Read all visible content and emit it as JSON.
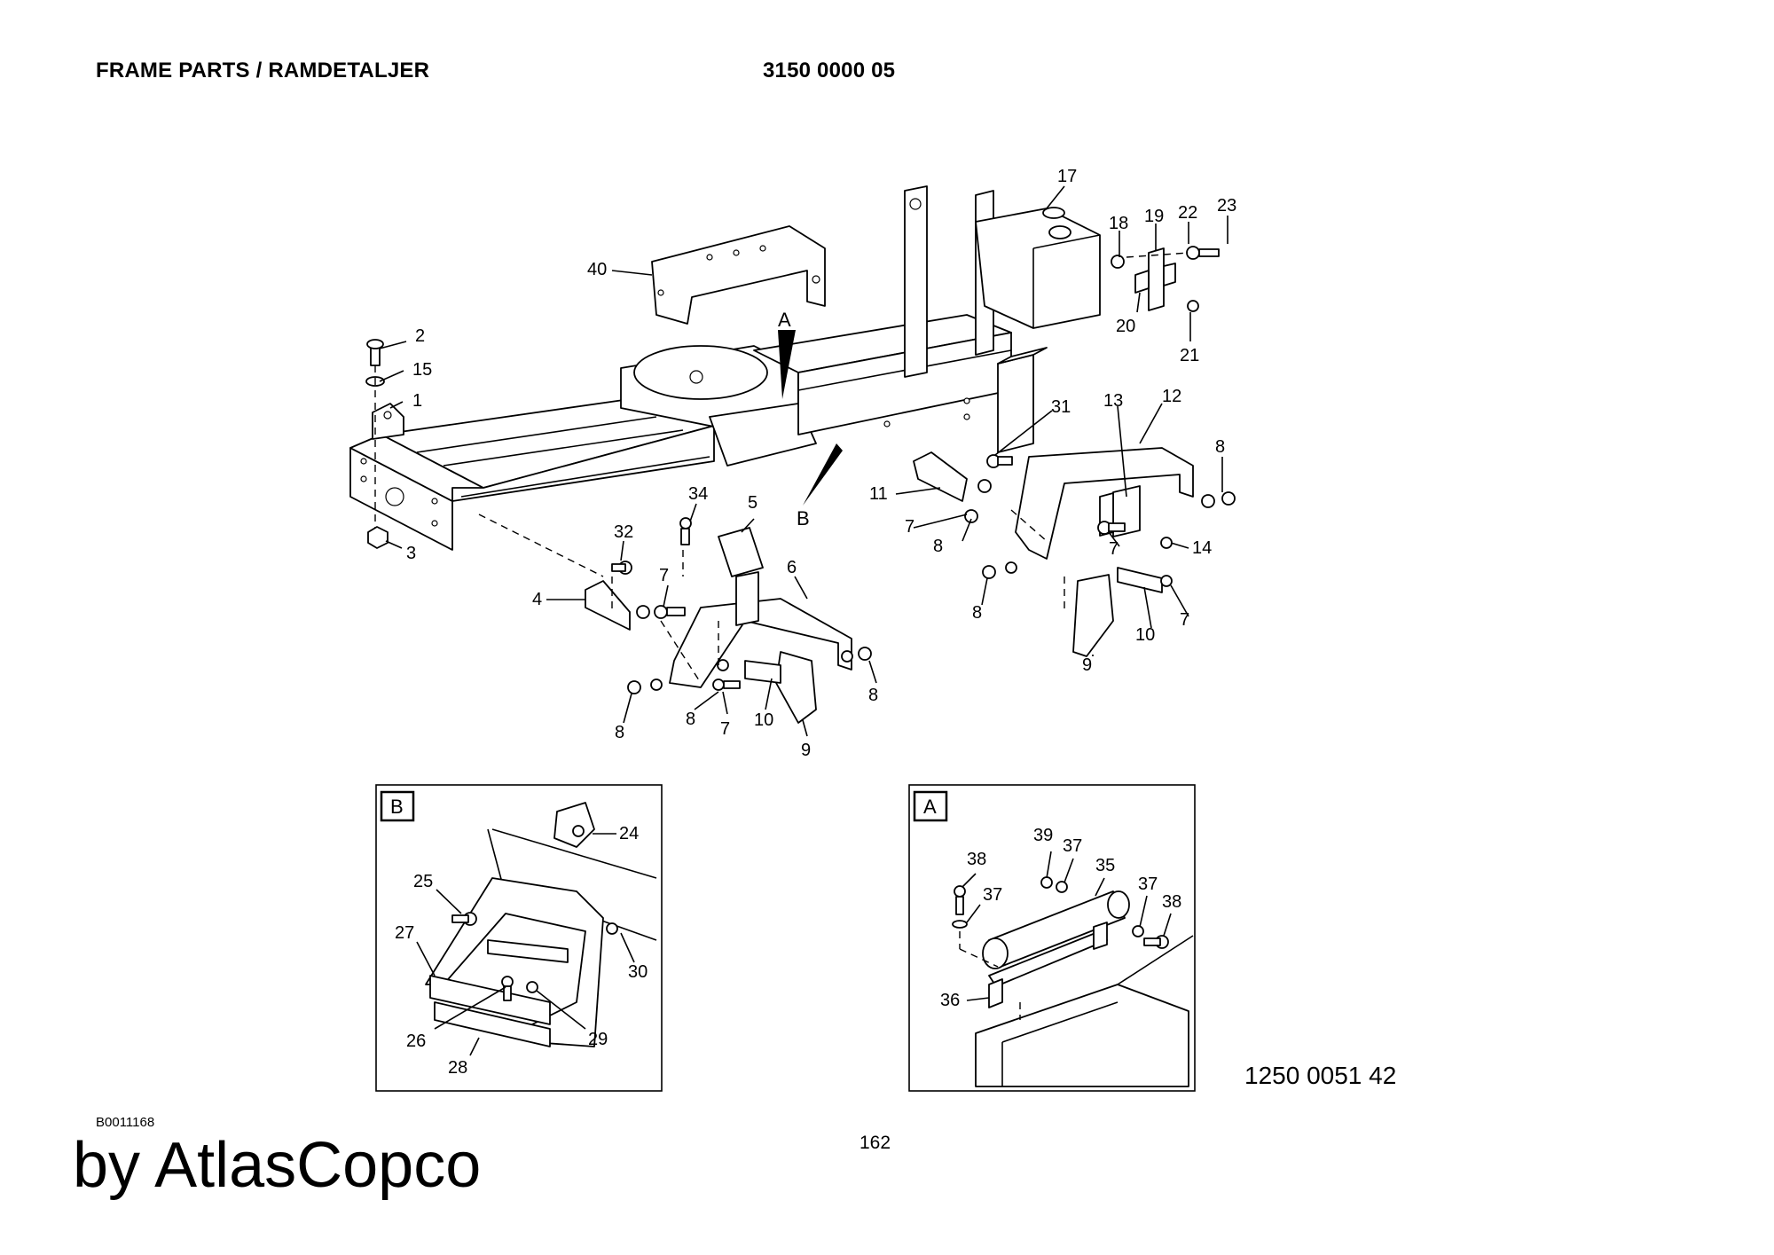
{
  "header": {
    "title": "FRAME PARTS / RAMDETALJER",
    "part_number": "3150 0000 05"
  },
  "detail_views": {
    "a": "A",
    "b": "B"
  },
  "view_markers": {
    "a": "A",
    "b": "B"
  },
  "callouts": {
    "c1": "1",
    "c2": "2",
    "c3": "3",
    "c4": "4",
    "c5": "5",
    "c6": "6",
    "c7": "7",
    "c8": "8",
    "c9": "9",
    "c10": "10",
    "c11": "11",
    "c12": "12",
    "c13": "13",
    "c14": "14",
    "c15": "15",
    "c17": "17",
    "c18": "18",
    "c19": "19",
    "c20": "20",
    "c21": "21",
    "c22": "22",
    "c23": "23",
    "c24": "24",
    "c25": "25",
    "c26": "26",
    "c27": "27",
    "c28": "28",
    "c29": "29",
    "c30": "30",
    "c31": "31",
    "c32": "32",
    "c34": "34",
    "c35": "35",
    "c36": "36",
    "c37": "37",
    "c38": "38",
    "c39": "39",
    "c40": "40"
  },
  "footer": {
    "doc_reference": "1250 0051 42",
    "drawing_reference": "B0011168",
    "page_number": "162",
    "watermark": "by AtlasCopco"
  }
}
